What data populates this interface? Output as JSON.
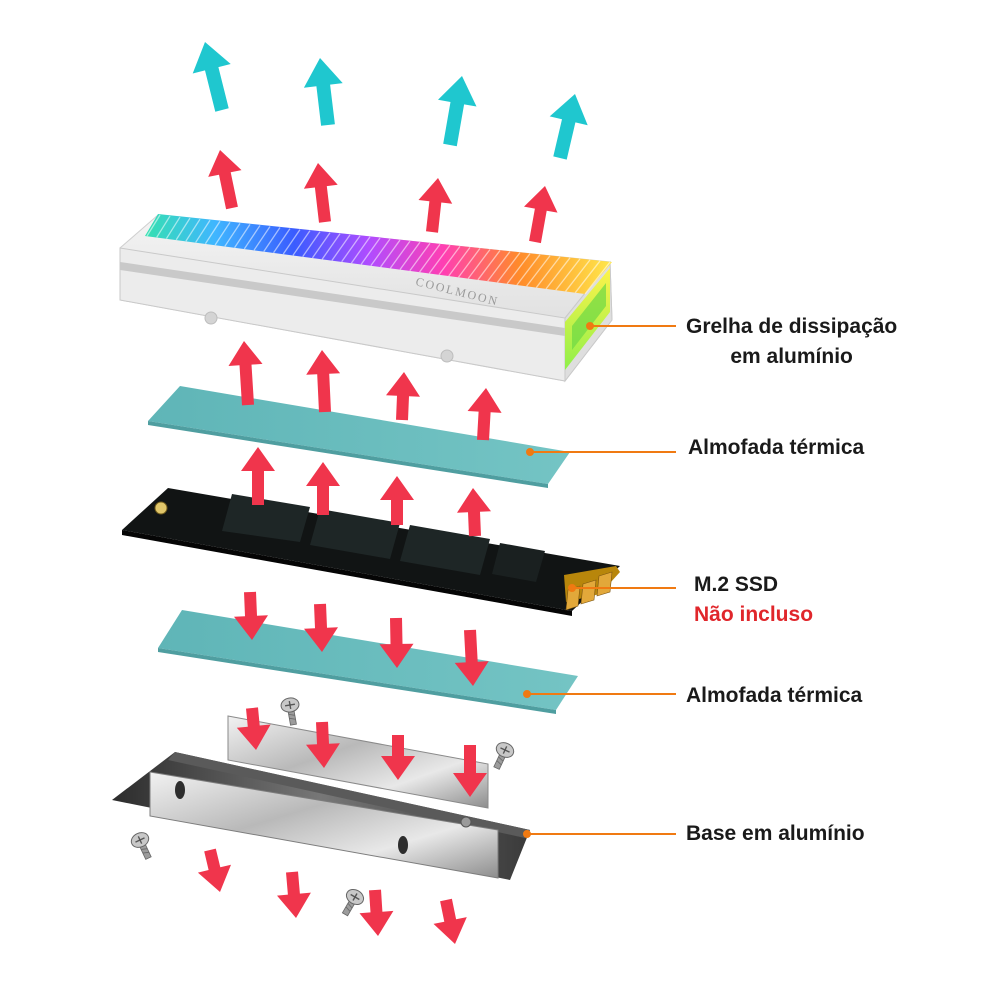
{
  "labels": {
    "heatsink": {
      "line1": "Grelha de dissipação",
      "line2": "em alumínio"
    },
    "thermal_pad_top": "Almofada térmica",
    "ssd": {
      "line1": "M.2 SSD",
      "line2": "Não incluso"
    },
    "thermal_pad_bottom": "Almofada térmica",
    "base": "Base em alumínio"
  },
  "brand": "COOLMOON",
  "colors": {
    "arrow_red": "#f0354c",
    "arrow_cyan": "#1fc7cf",
    "leader_orange": "#f07a12",
    "pad": "#62b8ba",
    "label_text": "#1a1a1a",
    "label_red": "#e0262b"
  }
}
